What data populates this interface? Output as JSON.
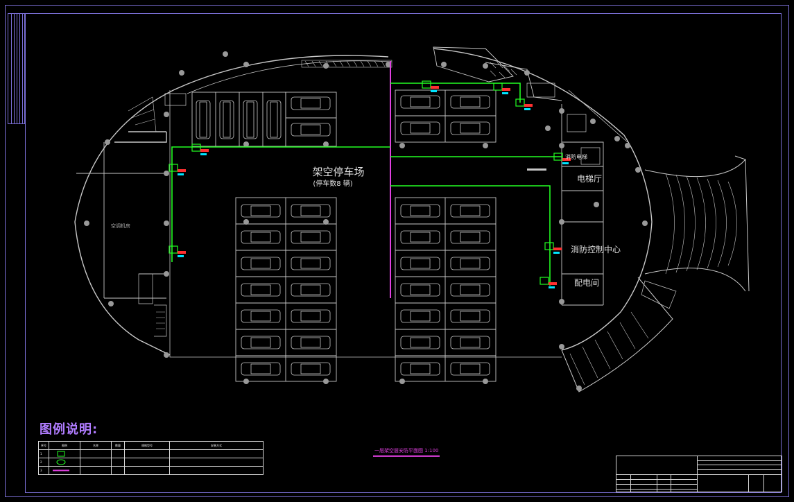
{
  "plan": {
    "main_label": "架空停车场",
    "main_sublabel": "(停车数8 辆)",
    "elevator_hall": "电梯厅",
    "fire_control_center": "消防控制中心",
    "power_room": "配电间",
    "fire_elevator": "消防电梯",
    "room_left": "空调机房"
  },
  "legend": {
    "title": "图例说明:",
    "headers": [
      "序号",
      "图例",
      "名称",
      "数量",
      "规格型号",
      "安装方式"
    ],
    "rows": [
      {
        "no": "1",
        "name": "",
        "qty": "",
        "model": "",
        "install": ""
      },
      {
        "no": "2",
        "name": "",
        "qty": "",
        "model": "",
        "install": ""
      },
      {
        "no": "3",
        "name": "",
        "qty": "",
        "model": "",
        "install": ""
      }
    ]
  },
  "drawing_title": "一层架空层安防平面图 1:100",
  "colors": {
    "frame": "#7b6fd6",
    "walls": "#c8c8c8",
    "cable_tray": "#e040e0",
    "wiring": "#22ff22",
    "camera_tag": "#ff3030",
    "camera_id": "#00e5ff",
    "legend_title": "#b07cff"
  }
}
